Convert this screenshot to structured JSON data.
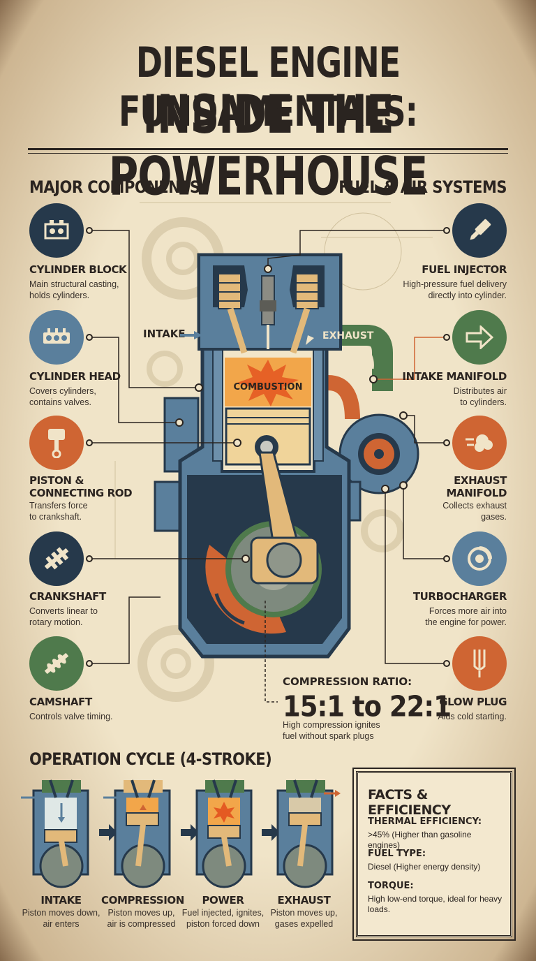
{
  "title": {
    "line1": "DIESEL ENGINE FUNDAMENTALS:",
    "line2": "INSIDE THE POWERHOUSE"
  },
  "sections": {
    "components": "MAJOR COMPONENTS",
    "fuel_air": "FUEL & AIR SYSTEMS",
    "cycle": "OPERATION CYCLE (4-STROKE)"
  },
  "left_items": [
    {
      "label": "CYLINDER BLOCK",
      "desc": "Main structural casting,\nholds cylinders.",
      "icon": "engine-block-icon"
    },
    {
      "label": "CYLINDER HEAD",
      "desc": "Covers cylinders,\ncontains valves.",
      "icon": "cylinder-head-icon"
    },
    {
      "label": "PISTON &\nCONNECTING ROD",
      "desc": "Transfers force\nto crankshaft.",
      "icon": "piston-icon"
    },
    {
      "label": "CRANKSHAFT",
      "desc": "Converts linear to\nrotary motion.",
      "icon": "crankshaft-icon"
    },
    {
      "label": "CAMSHAFT",
      "desc": "Controls valve timing.",
      "icon": "camshaft-icon"
    }
  ],
  "right_items": [
    {
      "label": "FUEL INJECTOR",
      "desc": "High-pressure fuel delivery\ndirectly into cylinder.",
      "icon": "injector-icon"
    },
    {
      "label": "INTAKE MANIFOLD",
      "desc": "Distributes air\nto cylinders.",
      "icon": "arrow-right-icon"
    },
    {
      "label": "EXHAUST\nMANIFOLD",
      "desc": "Collects exhaust\ngases.",
      "icon": "smoke-icon"
    },
    {
      "label": "TURBOCHARGER",
      "desc": "Forces more air into\nthe engine for power.",
      "icon": "turbo-icon"
    },
    {
      "label": "GLOW PLUG",
      "desc": "Aids cold starting.",
      "icon": "glow-plug-icon"
    }
  ],
  "diagram": {
    "intake": "INTAKE",
    "exhaust": "EXHAUST",
    "combustion": "COMBUSTION"
  },
  "compression": {
    "title": "COMPRESSION RATIO:",
    "value": "15:1 to 22:1",
    "desc": "High compression ignites\nfuel without spark plugs"
  },
  "strokes": [
    {
      "name": "INTAKE",
      "desc": "Piston moves down,\nair enters"
    },
    {
      "name": "COMPRESSION",
      "desc": "Piston moves up,\nair is compressed"
    },
    {
      "name": "POWER",
      "desc": "Fuel injected, ignites,\npiston forced down"
    },
    {
      "name": "EXHAUST",
      "desc": "Piston moves up,\ngases expelled"
    }
  ],
  "facts": {
    "title": "FACTS & EFFICIENCY",
    "items": [
      {
        "key": "THERMAL EFFICIENCY:",
        "value": ">45% (Higher than gasoline engines)"
      },
      {
        "key": "FUEL TYPE:",
        "value": "Diesel (Higher energy density)"
      },
      {
        "key": "TORQUE:",
        "value": "High low-end torque, ideal for heavy loads."
      }
    ]
  },
  "colors": {
    "navy": "#26394b",
    "slate": "#5a7f9c",
    "orange": "#cf6533",
    "green": "#4f7a4c",
    "tan": "#e2b97a",
    "paper": "#f0e4c8"
  }
}
